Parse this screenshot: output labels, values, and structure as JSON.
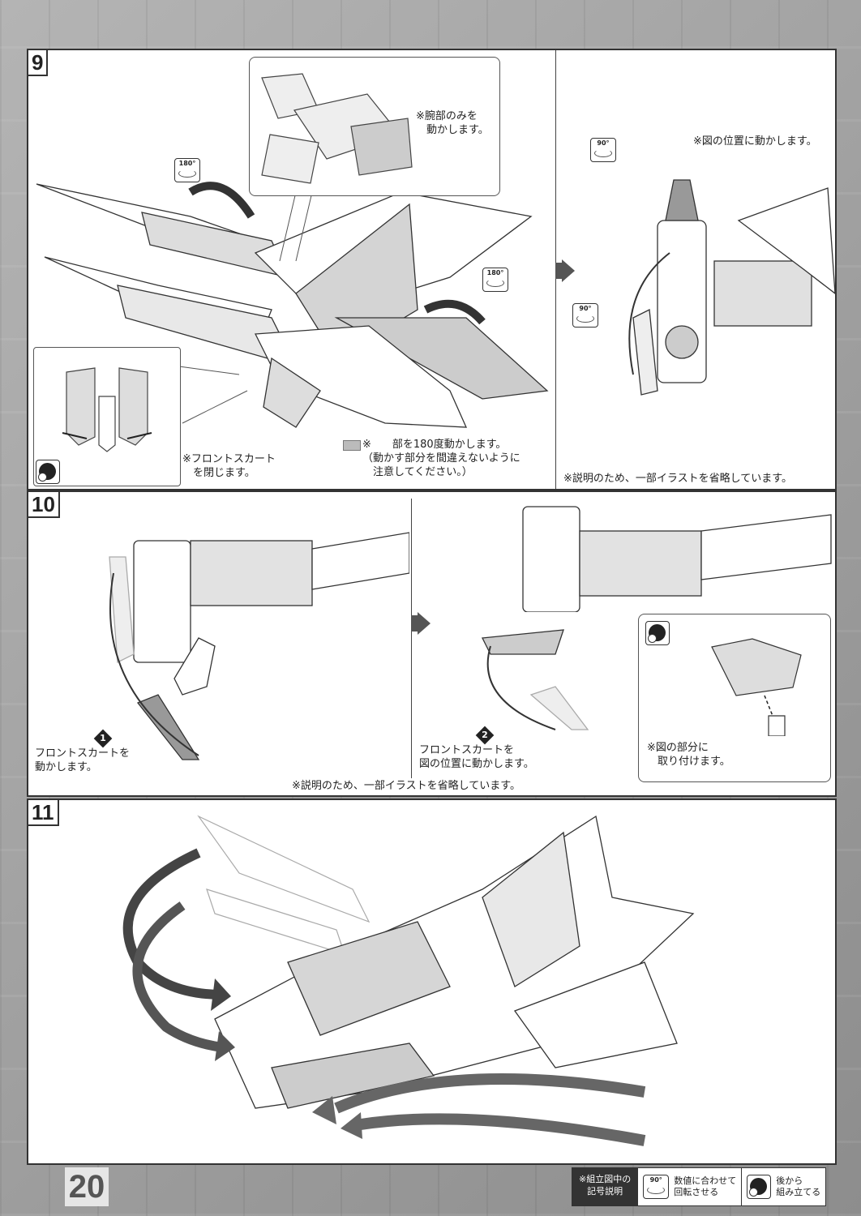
{
  "page_number": "20",
  "steps": [
    {
      "number": "9",
      "inset_note": "※腕部のみを\n　動かします。",
      "rotate_badges": [
        "180°",
        "180°"
      ],
      "skirt_note": "※フロントスカート\n　を閉じます。",
      "move_note": "※　　部を180度動かします。\n（動かす部分を間違えないように\n　注意してください。）",
      "right_note": "※図の位置に動かします。",
      "right_rotate_badges": [
        "90°",
        "90°"
      ],
      "omission_note": "※説明のため、一部イラストを省略しています。"
    },
    {
      "number": "10",
      "step1_badge": "1",
      "step1_note": "フロントスカートを\n動かします。",
      "step2_badge": "2",
      "step2_note": "フロントスカートを\n図の位置に動かします。",
      "inset_note": "※図の部分に\n　取り付けます。",
      "omission_note": "※説明のため、一部イラストを省略しています。"
    },
    {
      "number": "11"
    }
  ],
  "legend": {
    "header": "※組立図中の\n記号説明",
    "rotate_icon_value": "90°",
    "rotate_label": "数値に合わせて\n回転させる",
    "assemble_later_label": "後から\n組み立てる"
  },
  "colors": {
    "ink": "#222222",
    "panel": "#ffffff",
    "background": "#a3a3a3",
    "highlight": "#888888"
  }
}
